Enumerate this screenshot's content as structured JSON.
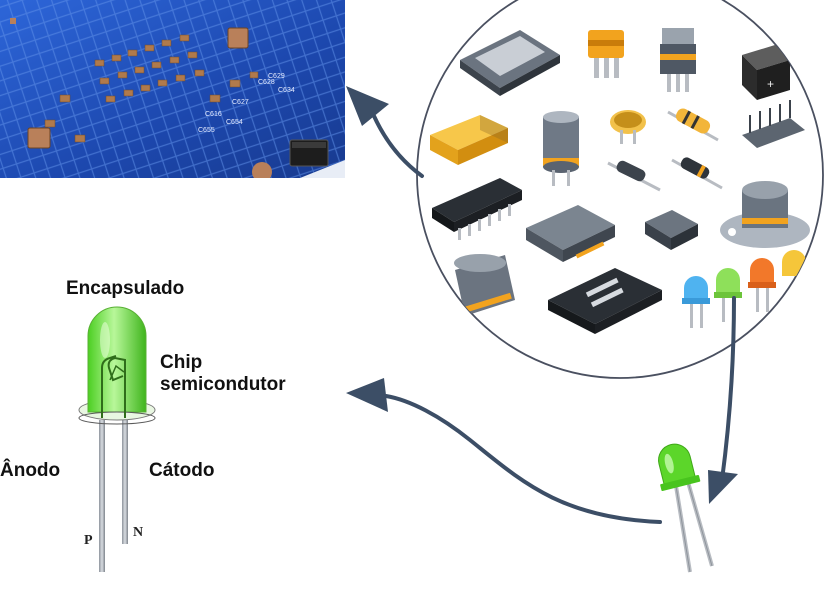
{
  "labels": {
    "encapsulado": "Encapsulado",
    "chip_line1": "Chip",
    "chip_line2": "semicondutor",
    "anodo": "Ânodo",
    "catodo": "Cátodo",
    "pin_p": "P",
    "pin_n": "N"
  },
  "board_silkscreen": [
    "C628",
    "C634",
    "C627",
    "C616",
    "C654",
    "C655",
    "C629"
  ],
  "colors": {
    "arrow": "#3c4e66",
    "pcb_blue": "#1f4fb8",
    "led_green": "#66dd33",
    "circle_stroke": "#4a5060"
  }
}
